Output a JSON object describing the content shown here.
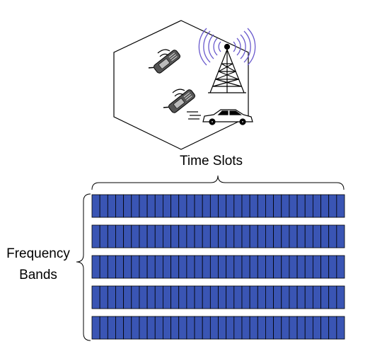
{
  "labels": {
    "time_slots": "Time Slots",
    "frequency_line1": "Frequency",
    "frequency_line2": "Bands"
  },
  "grid": {
    "bands": 5,
    "slots_per_band": 32,
    "slot_color": "#3a55b4",
    "slot_border": "#000000"
  },
  "cell": {
    "icons": [
      "cell-phone-icon",
      "cell-phone-icon",
      "cell-tower-icon",
      "car-icon"
    ],
    "signal_color": "#6a5acd"
  }
}
